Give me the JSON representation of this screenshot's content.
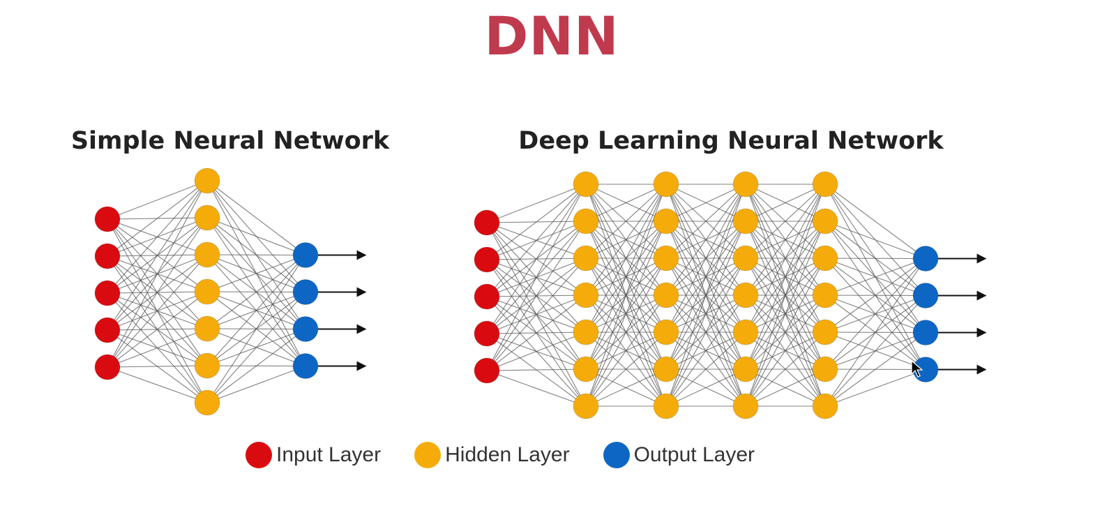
{
  "page": {
    "title": "DNN"
  },
  "simple_network": {
    "title": "Simple Neural Network",
    "layers": [
      {
        "role": "input",
        "nodes": 5
      },
      {
        "role": "hidden",
        "nodes": 7
      },
      {
        "role": "output",
        "nodes": 4
      }
    ]
  },
  "deep_network": {
    "title": "Deep Learning Neural Network",
    "layers": [
      {
        "role": "input",
        "nodes": 5
      },
      {
        "role": "hidden",
        "nodes": 7
      },
      {
        "role": "hidden",
        "nodes": 7
      },
      {
        "role": "hidden",
        "nodes": 7
      },
      {
        "role": "hidden",
        "nodes": 7
      },
      {
        "role": "output",
        "nodes": 4
      }
    ]
  },
  "legend": {
    "input": {
      "label": "Input Layer",
      "color": "#d90b10"
    },
    "hidden": {
      "label": "Hidden Layer",
      "color": "#f5ac0a"
    },
    "output": {
      "label": "Output Layer",
      "color": "#0e66c4"
    }
  },
  "colors": {
    "title": "#c03a4e",
    "edge": "#555555",
    "arrow": "#111111"
  },
  "cursor": {
    "icon": "mouse-pointer-icon"
  }
}
